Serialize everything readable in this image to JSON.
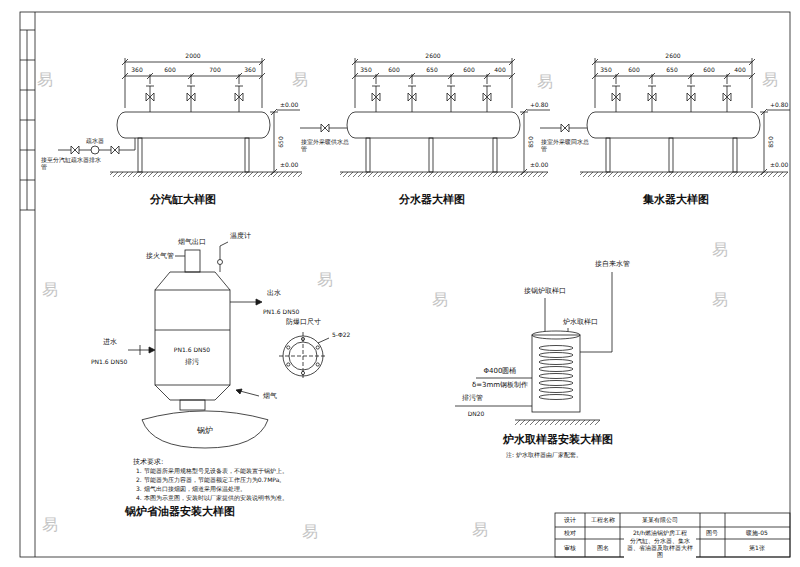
{
  "diagram": {
    "nodes": [
      {
        "text": [
          "锅炉"
        ]
      }
    ],
    "labels": [
      "分汽缸大样图",
      "2000",
      "360",
      "600",
      "700",
      "360",
      "650",
      "±0.00",
      "±0.00",
      "接至分汽缸疏水器排水管",
      "疏水器",
      "分水器大样图",
      "2600",
      "350",
      "600",
      "650",
      "600",
      "400",
      "850",
      "+0.80",
      "±0.00",
      "接室外采暖供水总管",
      "集水器大样图",
      "2600",
      "350",
      "600",
      "650",
      "600",
      "400",
      "850",
      "+0.80",
      "±0.00",
      "接室外采暖回水总管",
      "烟气出口",
      "接火气管",
      "温度计",
      "出水",
      "PN1.6 DN50",
      "进水",
      "PN1.6 DN50",
      "PN1.6 DN50",
      "排污",
      "烟气",
      "防爆口尺寸",
      "5-Φ22",
      "技术要求:",
      "1. 节能器所采用规格型号见设备表，不能装置于锅炉上。",
      "2. 节能器为压力容器，节能器额定工作压力为0.7MPa。",
      "3. 烟气出口接烟囱，烟道采用保温处理。",
      "4. 本图为示意图，安装时以厂家提供的安装说明书为准。",
      "锅炉省油器安装大样图",
      "接自来水管",
      "接锅炉取样口",
      "炉水取样口",
      "Φ400圆桶",
      "δ=3mm钢板制作",
      "排污管",
      "DN20",
      "炉水取样器安装大样图",
      "注: 炉水取样器由厂家配套。",
      "设计",
      "校对",
      "审核",
      "工程名称",
      "图名",
      "某某有限公司",
      "2t/h燃油锅炉房工程",
      "分汽缸、分水器、集水器、省油器及取样器大样图",
      "图号",
      "暖施-05",
      "第1张",
      "易",
      "易",
      "易",
      "易",
      "易",
      "易",
      "易",
      "易",
      "易",
      "易",
      "易",
      "易"
    ]
  }
}
